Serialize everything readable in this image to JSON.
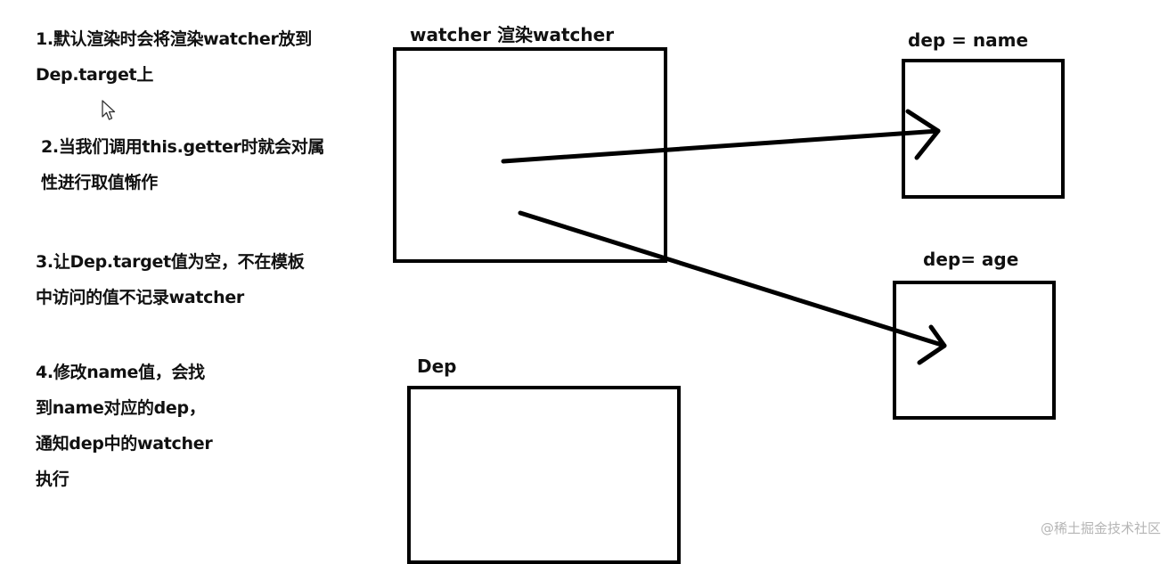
{
  "notes": [
    "1.默认渲染时会将渲染watcher放到\nDep.target上",
    "2.当我们调用this.getter时就会对属\n性进行取值惭作",
    "3.让Dep.target值为空，不在模板\n中访问的值不记录watcher",
    "4.修改name值，会找\n到name对应的dep，\n通知dep中的watcher\n执行"
  ],
  "labels": {
    "watcher": "watcher 渲染watcher",
    "dep_name": "dep = name",
    "dep_age": "dep= age",
    "dep": "Dep"
  },
  "watermark": "@稀土掘金技术社区",
  "icons": [
    "mouse-cursor-icon",
    "arrow-to-dep-name-icon",
    "arrow-to-dep-age-icon"
  ]
}
